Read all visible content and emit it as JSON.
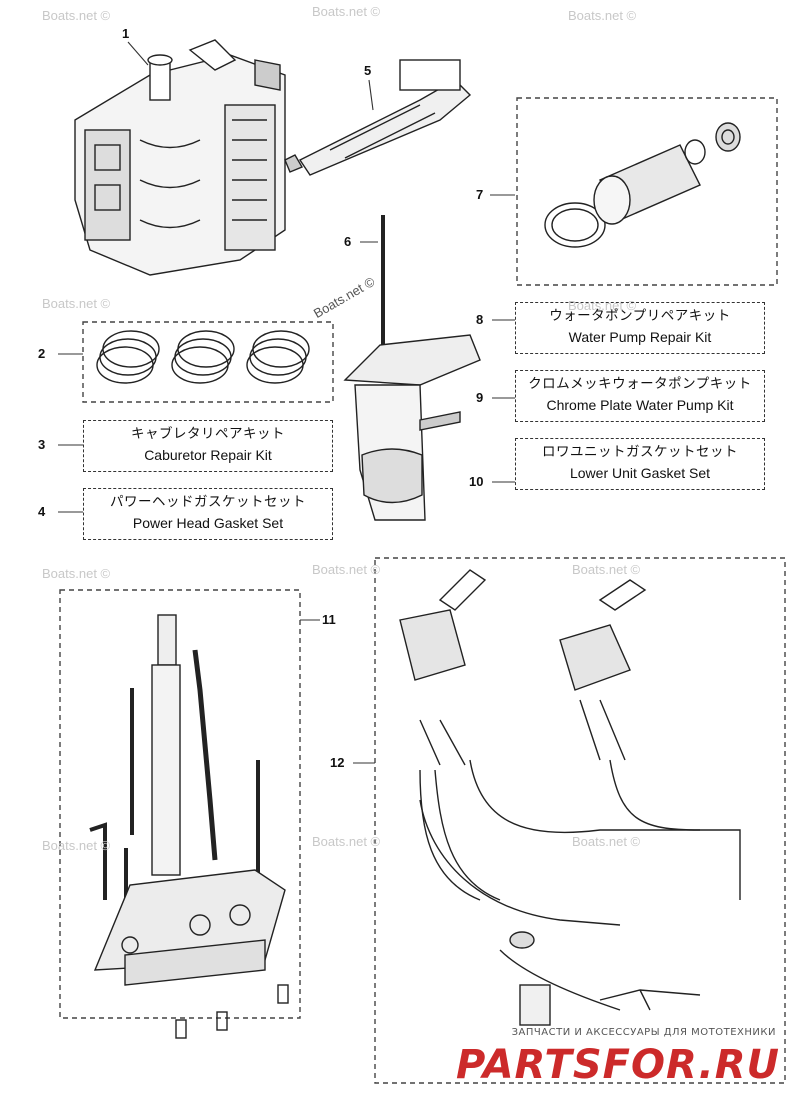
{
  "watermarks": [
    "Boats.net ©",
    "Boats.net ©",
    "Boats.net ©",
    "Boats.net ©",
    "Boats.net ©",
    "Boats.net ©",
    "Boats.net ©",
    "Boats.net ©",
    "Boats.net ©",
    "Boats.net ©",
    "Boats.net ©",
    "Boats.net ©"
  ],
  "callouts": [
    "1",
    "2",
    "3",
    "4",
    "5",
    "6",
    "7",
    "8",
    "9",
    "10",
    "11",
    "12"
  ],
  "kits": [
    {
      "jp": "キャブレタリペアキット",
      "en": "Caburetor Repair Kit"
    },
    {
      "jp": "パワーヘッドガスケットセット",
      "en": "Power Head Gasket Set"
    },
    {
      "jp": "ウォータポンプリペアキット",
      "en": "Water Pump Repair Kit"
    },
    {
      "jp": "クロムメッキウォータポンプキット",
      "en": "Chrome Plate Water Pump Kit"
    },
    {
      "jp": "ロワユニットガスケットセット",
      "en": "Lower Unit Gasket Set"
    }
  ],
  "brand": {
    "tagline": "ЗАПЧАСТИ И АКСЕССУАРЫ ДЛЯ МОТОТЕХНИКИ",
    "name": "PARTSFOR.RU"
  }
}
